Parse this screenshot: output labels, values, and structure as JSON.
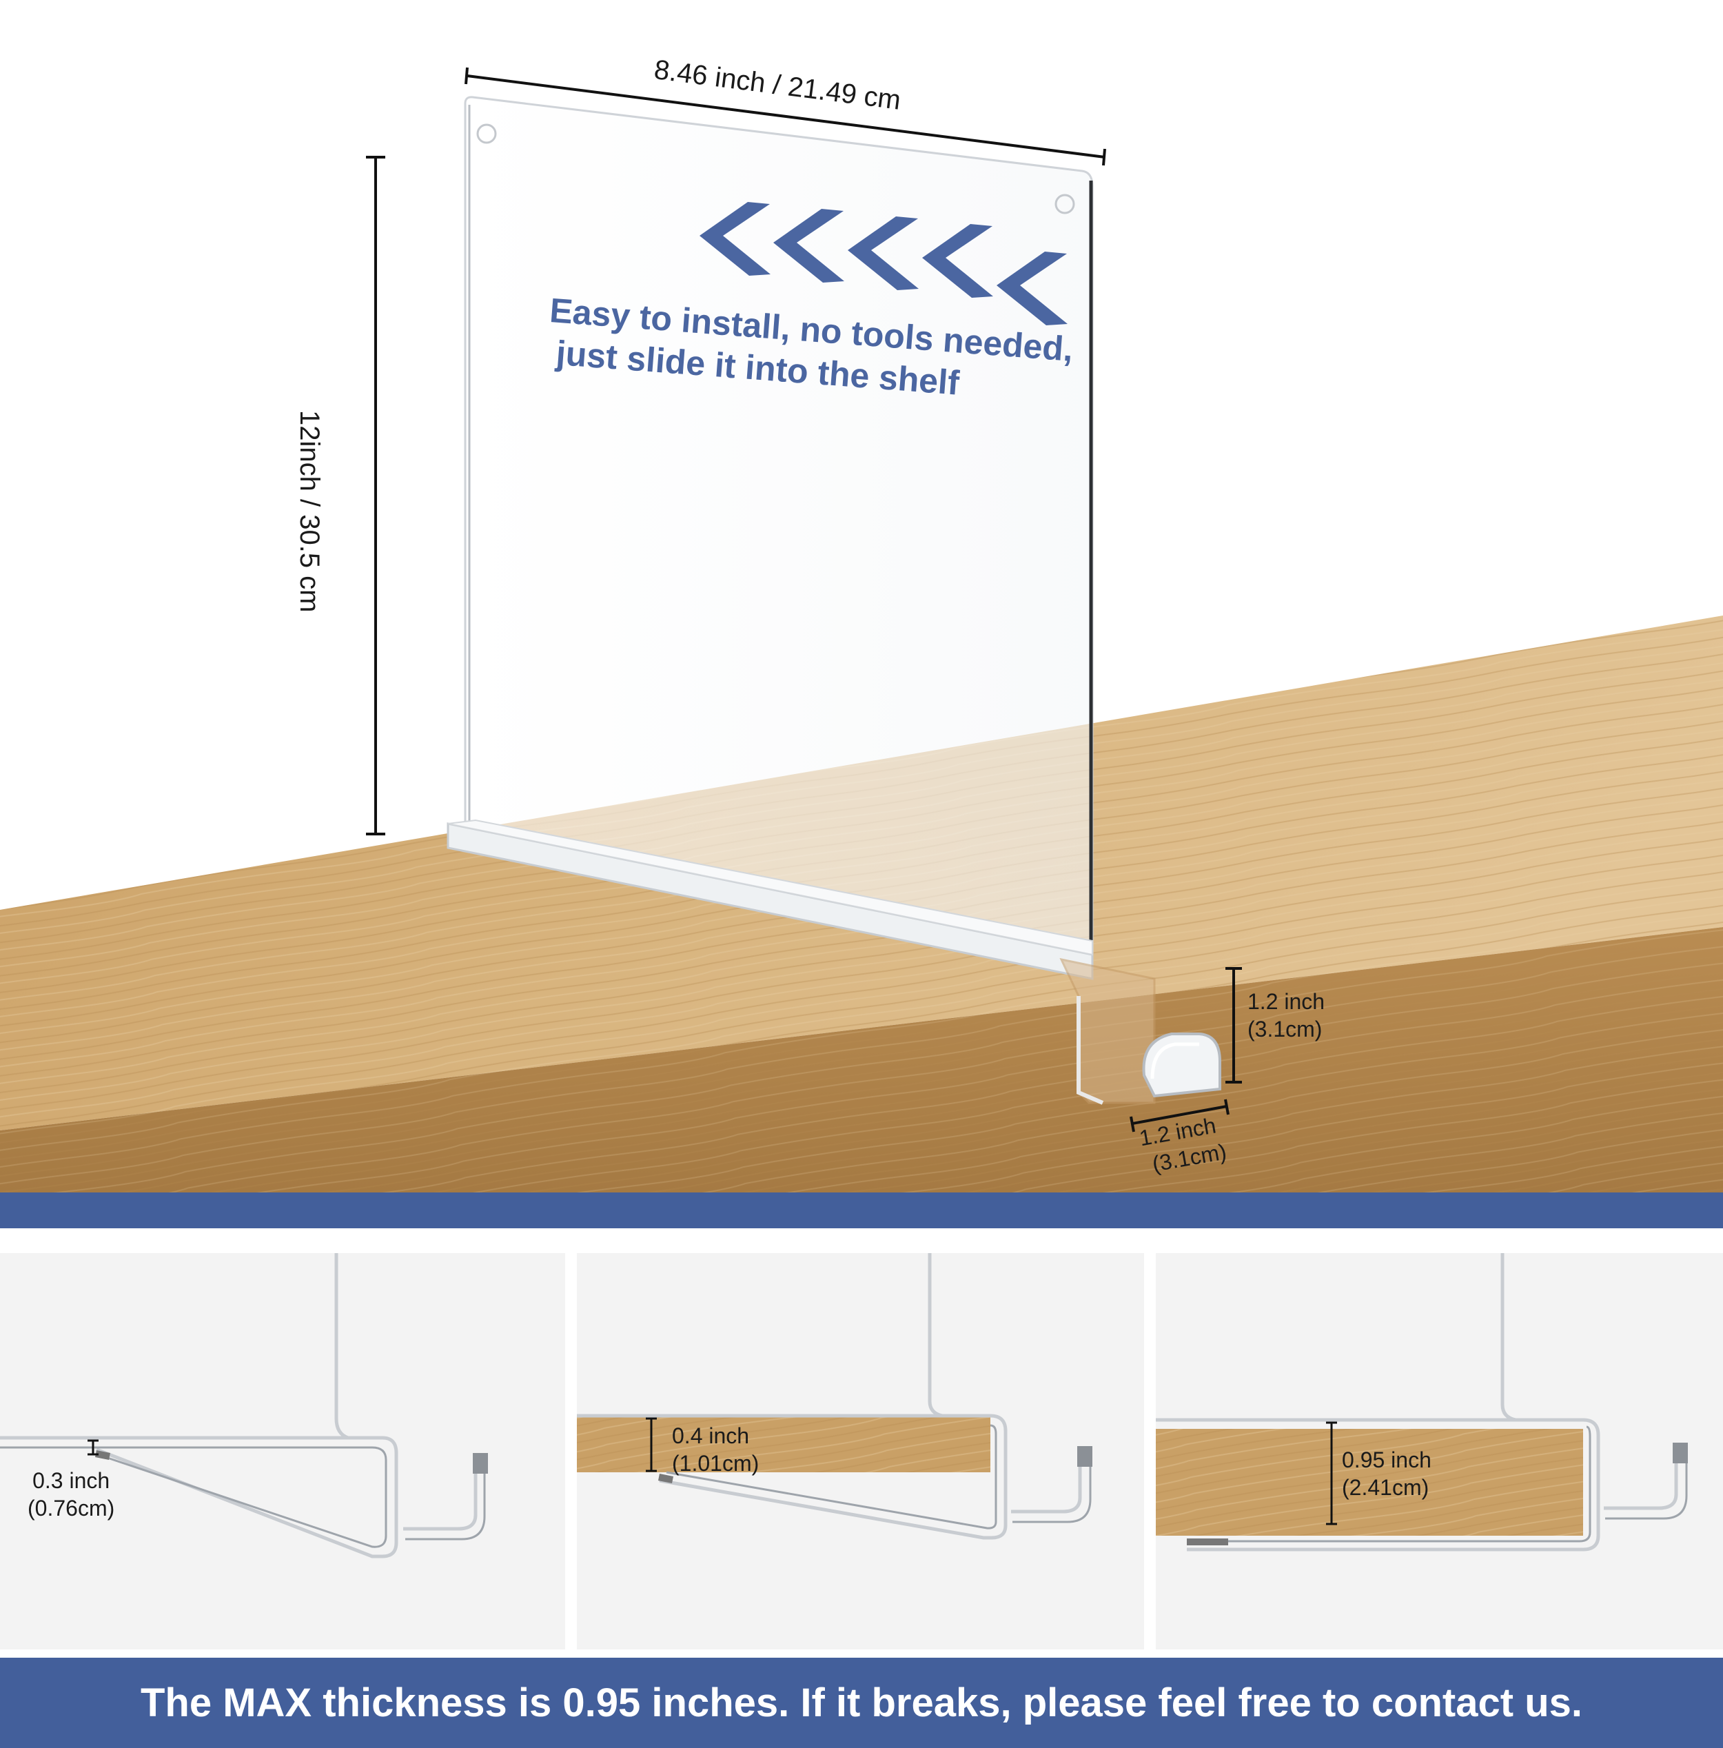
{
  "hero": {
    "width_label": "8.46 inch / 21.49 cm",
    "height_label": "12inch / 30.5 cm",
    "tagline_line1": "Easy to install, no tools needed,",
    "tagline_line2": "just slide it into the shelf",
    "clip_height_inch": "1.2 inch",
    "clip_height_cm": "(3.1cm)",
    "clip_width_inch": "1.2 inch",
    "clip_width_cm": "(3.1cm)",
    "arrow_icon": "chevron-left-icon"
  },
  "panels": [
    {
      "inch": "0.3 inch",
      "cm": "(0.76cm)"
    },
    {
      "inch": "0.4 inch",
      "cm": "(1.01cm)"
    },
    {
      "inch": "0.95 inch",
      "cm": "(2.41cm)"
    }
  ],
  "footer": {
    "text": "The MAX thickness is 0.95 inches. If it breaks, please feel free to contact us."
  },
  "colors": {
    "brand_blue": "#435f9b",
    "text_blue": "#4b66a1",
    "wood": "#c9a066"
  }
}
